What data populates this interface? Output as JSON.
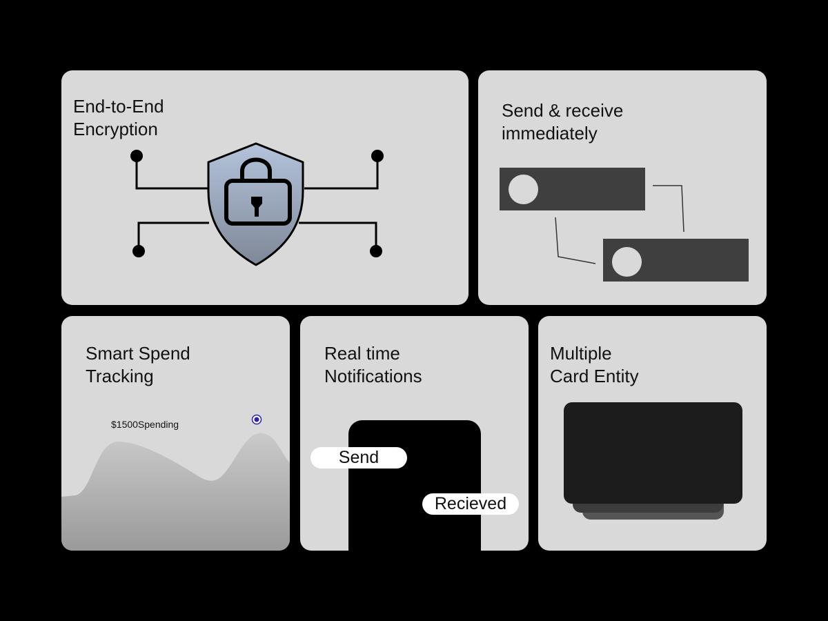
{
  "cards": {
    "encryption": {
      "title": "End-to-End\nEncryption"
    },
    "send": {
      "title": "Send &  receive\nimmediately"
    },
    "spend": {
      "title": "Smart Spend\nTracking",
      "label": "$1500Spending"
    },
    "notifications": {
      "title": "Real time\nNotifications",
      "send_label": "Send",
      "received_label": "Recieved"
    },
    "multi": {
      "title": "Multiple\nCard Entity"
    }
  },
  "icons": {
    "encryption": "shield-lock-icon",
    "spend_marker": "radio-dot-icon"
  },
  "colors": {
    "background": "#000000",
    "card": "#d9d9d9",
    "dark_bar": "#3f3f3f",
    "shield_top": "#b4c3db",
    "shield_bottom": "#7f8898",
    "marker": "#2b1fb0"
  }
}
